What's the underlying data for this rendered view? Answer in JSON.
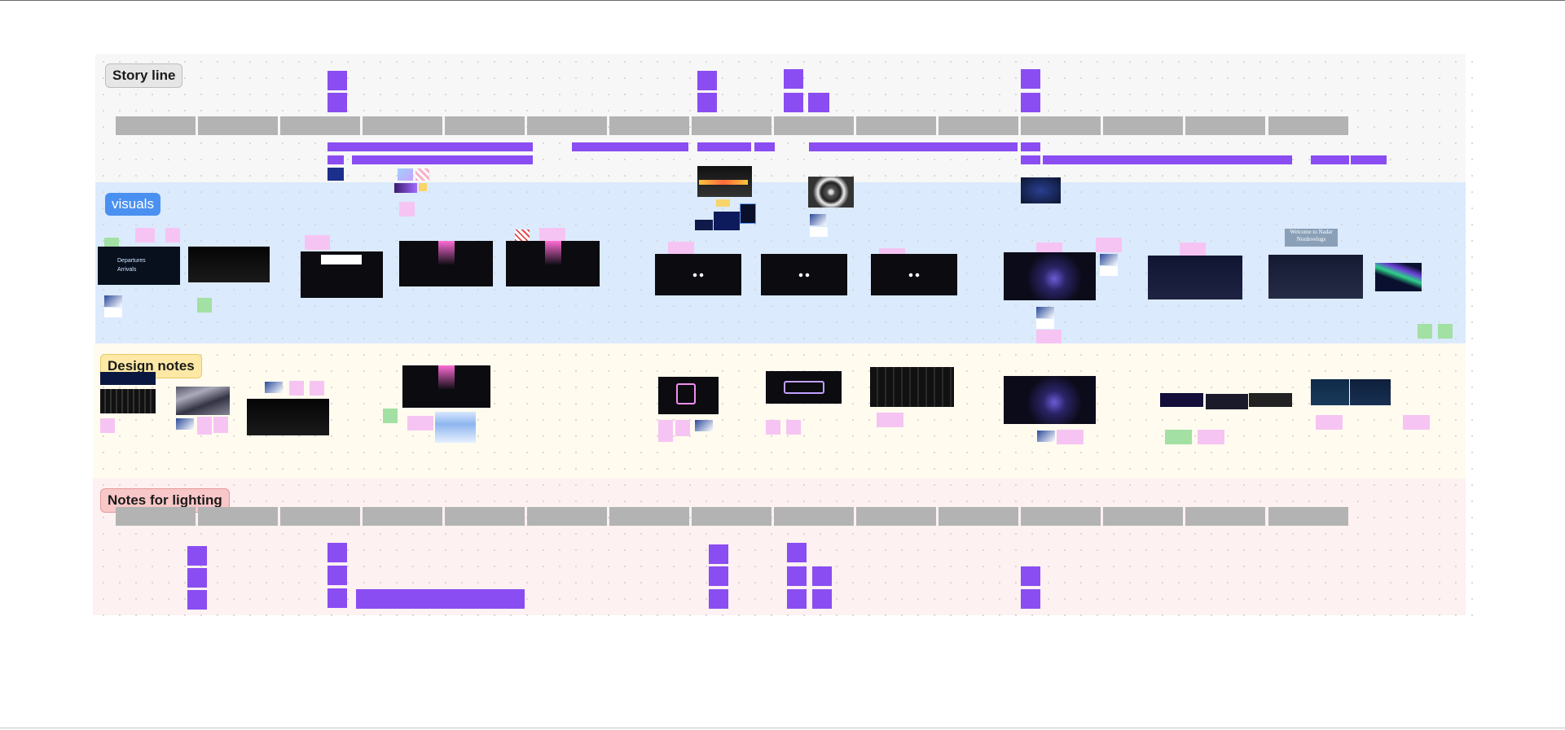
{
  "board": {
    "lanes": [
      {
        "label": "Story line",
        "color": "#f7f7f7",
        "label_bg": "#e6e6e6"
      },
      {
        "label": "visuals",
        "color": "#dbeafd",
        "label_bg": "#4a90f0"
      },
      {
        "label": "Design notes",
        "color": "#fffbef",
        "label_bg": "#fde9a5"
      },
      {
        "label": "Notes for lighting",
        "color": "#fdf1f1",
        "label_bg": "#f8c7c7"
      }
    ],
    "visual_text": {
      "departures": "Departures",
      "arrivals": "Arrivals",
      "welcome": "Welcome to Nadar Nordsvelugs"
    },
    "colors": {
      "accent": "#8a4df2",
      "sticky_pink": "#f6c4f3",
      "sticky_green": "#a3e0a3",
      "block_gray": "#b3b3b3"
    }
  }
}
